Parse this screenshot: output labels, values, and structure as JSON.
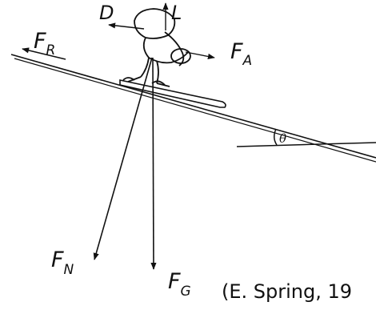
{
  "diagram": {
    "labels": {
      "drag": "D",
      "lift": "L",
      "friction": {
        "main": "F",
        "sub": "R"
      },
      "air": {
        "main": "F",
        "sub": "A"
      },
      "normal": {
        "main": "F",
        "sub": "N"
      },
      "gravity": {
        "main": "F",
        "sub": "G"
      },
      "angle": "θ"
    },
    "citation": "(E. Spring, 19"
  }
}
